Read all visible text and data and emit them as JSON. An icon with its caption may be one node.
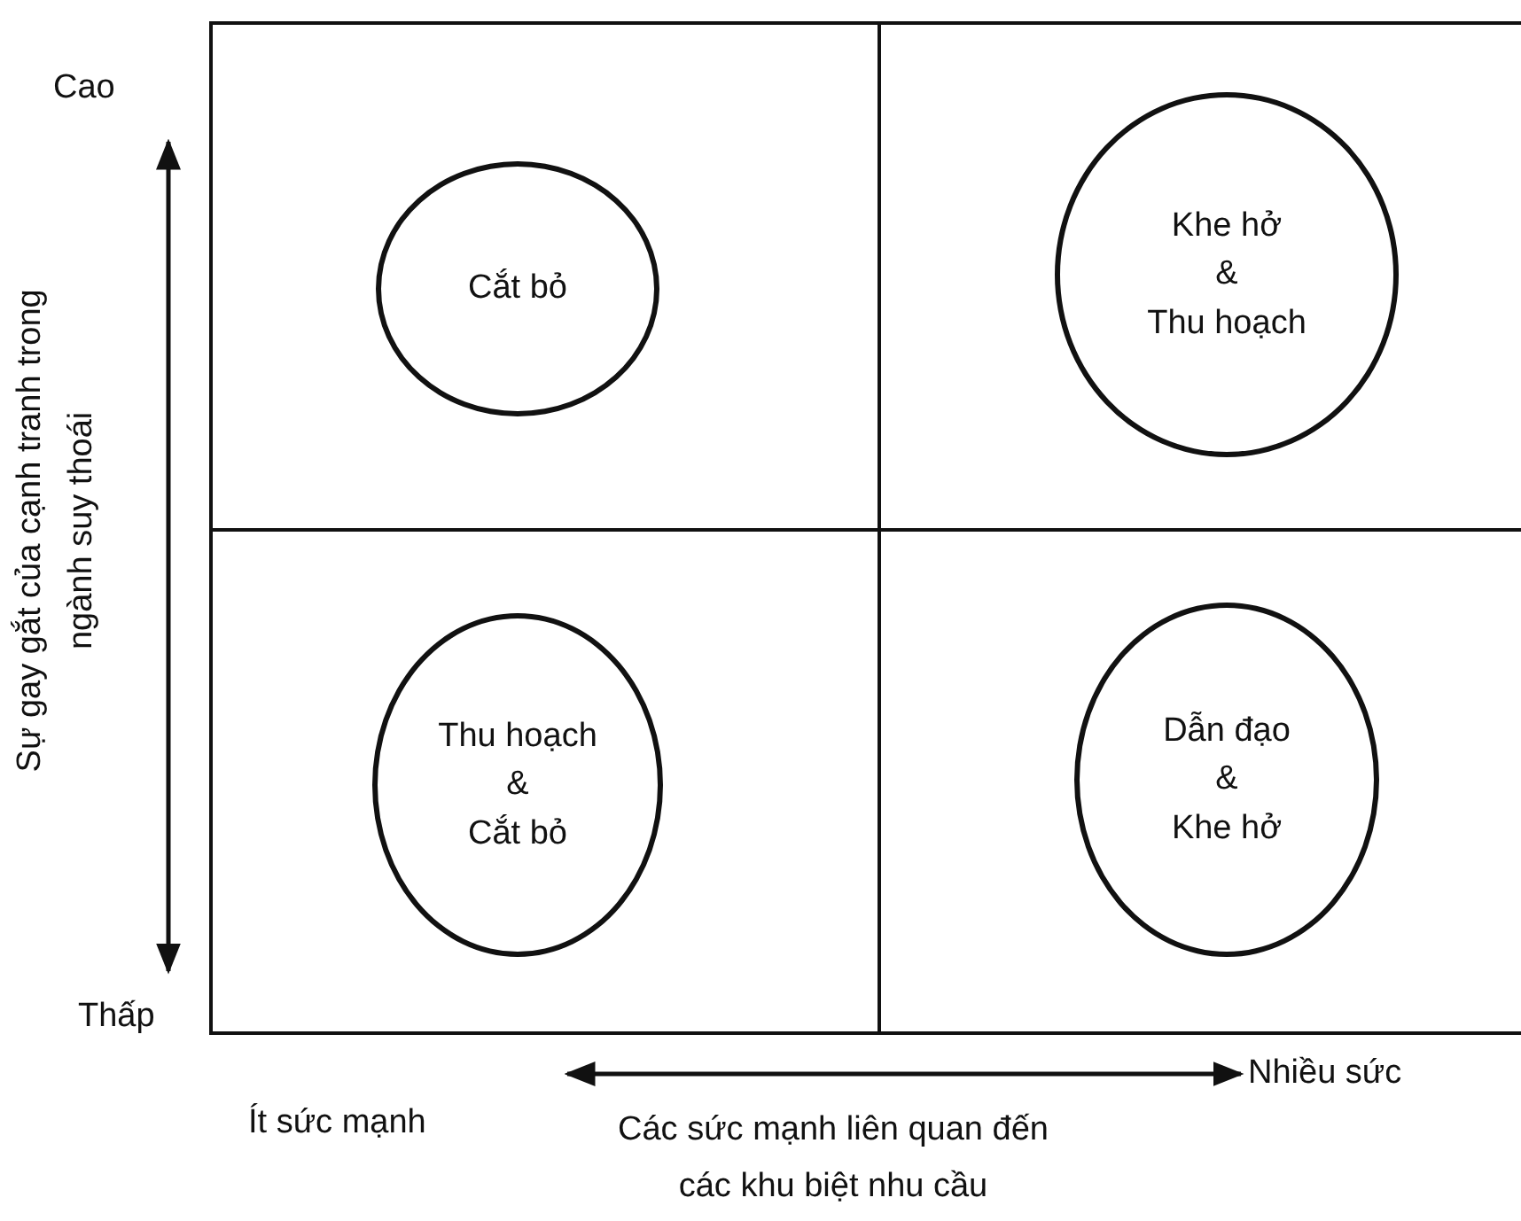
{
  "diagram": {
    "nodes": [
      {
        "text": [
          "Cắt bỏ"
        ]
      },
      {
        "text": [
          "Khe hở & Thu hoạch"
        ]
      },
      {
        "text": [
          "Thu hoạch & Cắt bỏ"
        ]
      },
      {
        "text": [
          "Dẫn đạo & Khe hở"
        ]
      }
    ],
    "labels": [
      "Cao",
      "Sự gay gắt của cạnh tranh trong ngành suy thoái",
      "Thấp",
      "Ít sức mạnh",
      "Nhiều sức",
      "Các sức mạnh liên quan đến các khu biệt nhu cầu"
    ]
  }
}
